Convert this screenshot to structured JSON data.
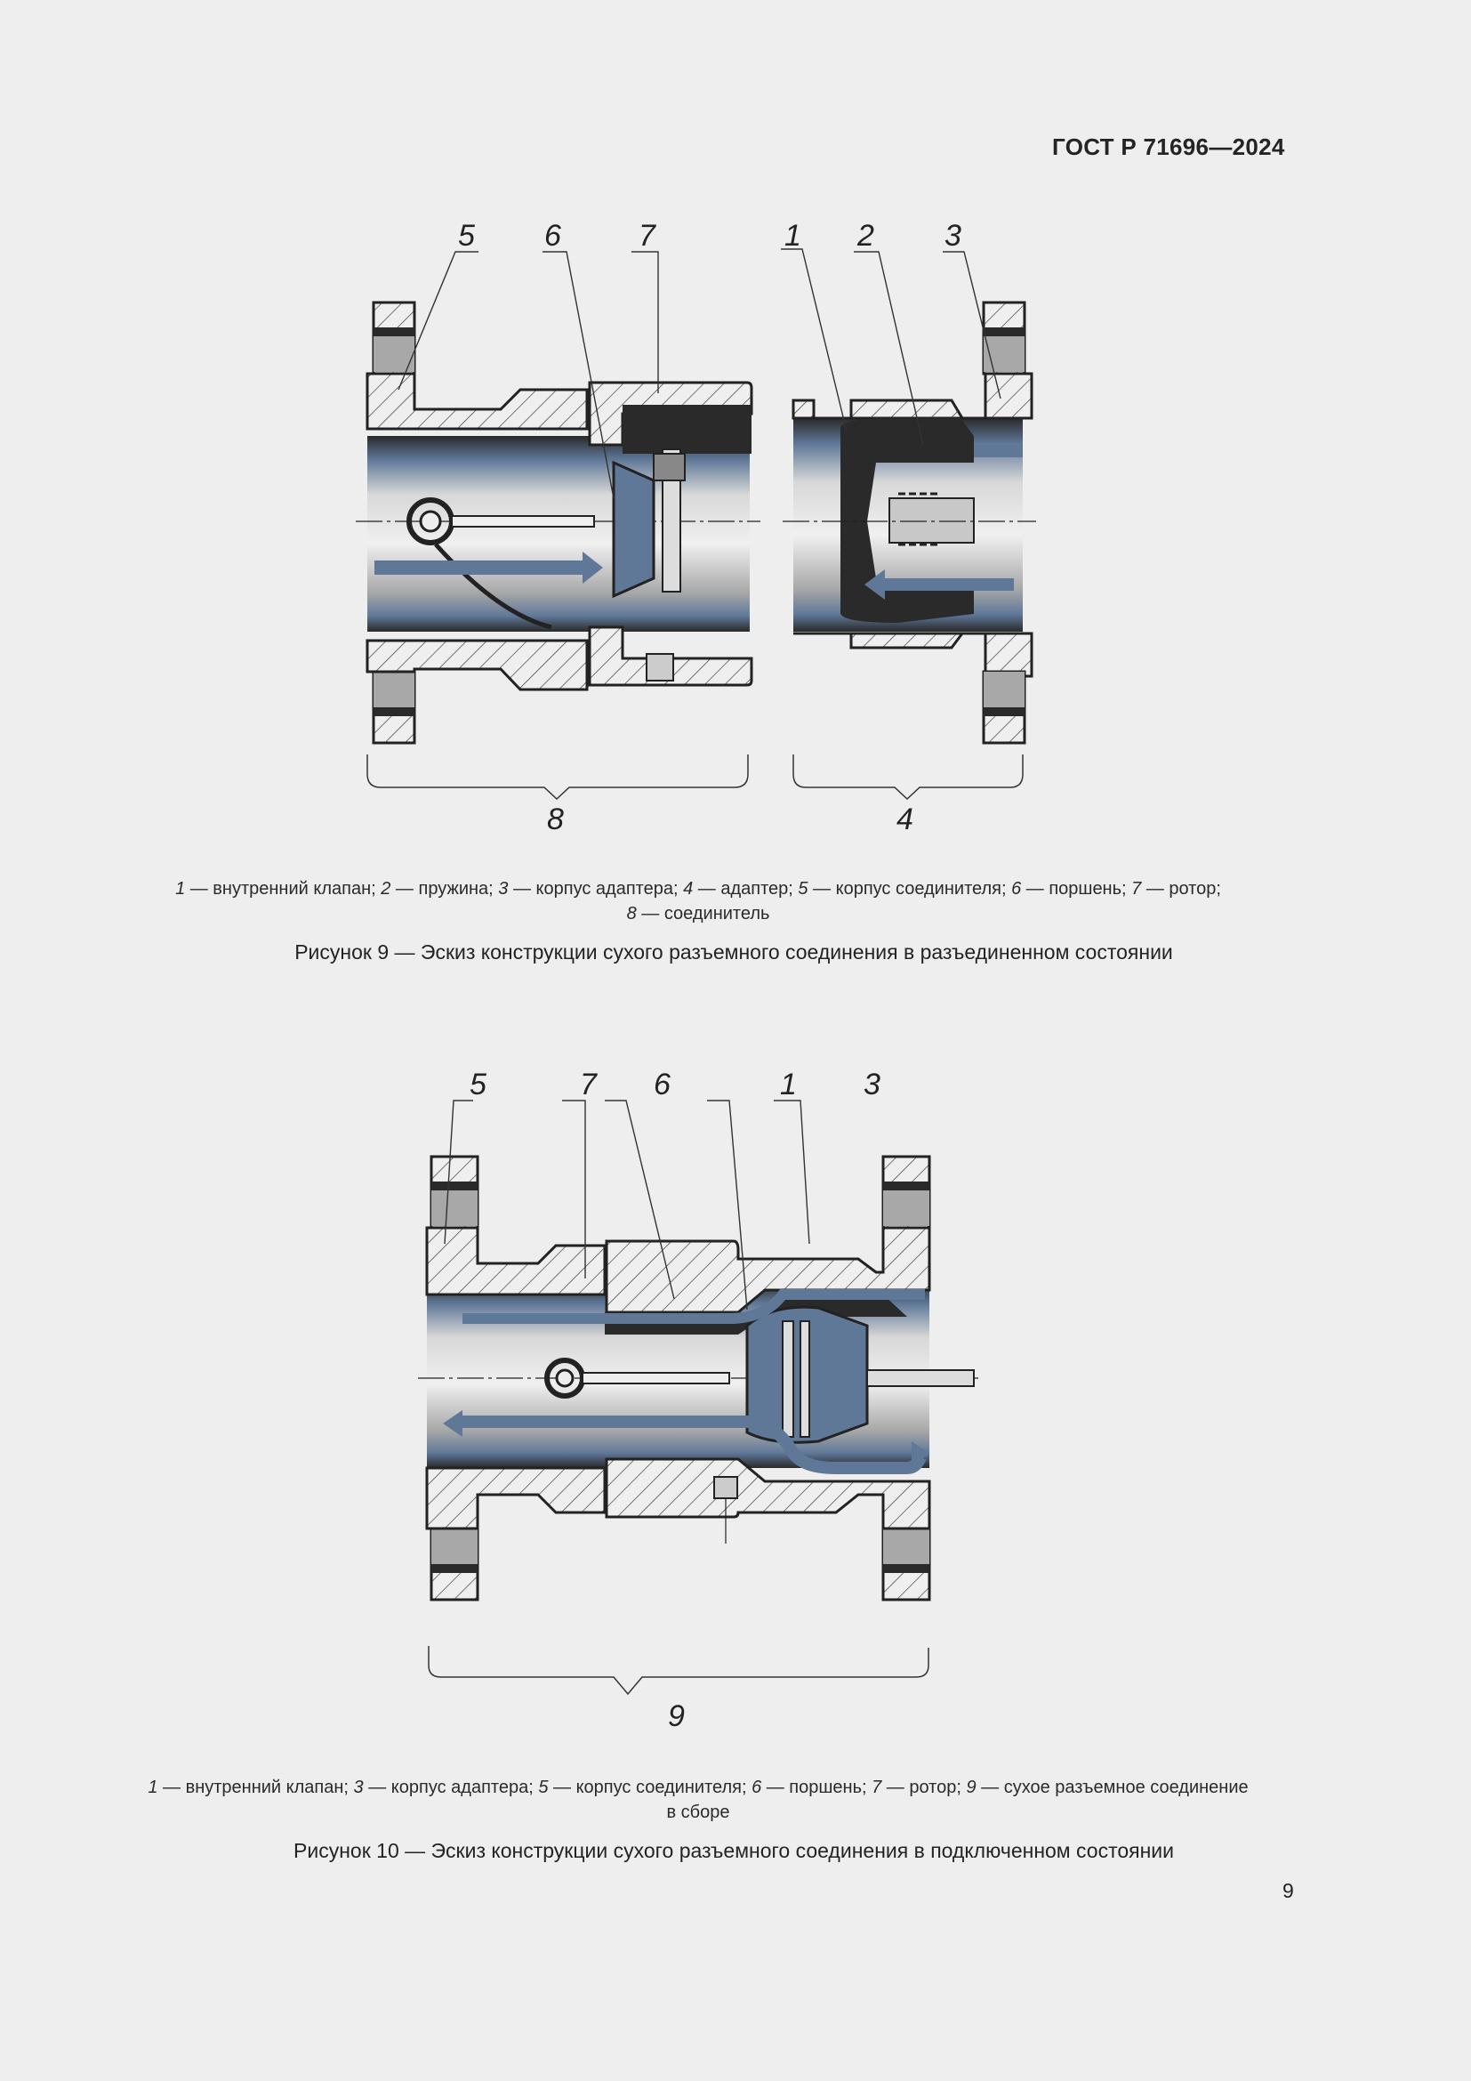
{
  "header": {
    "standard_code": "ГОСТ Р 71696—2024"
  },
  "figure9": {
    "callouts_top": [
      "5",
      "6",
      "7",
      "1",
      "2",
      "3"
    ],
    "brace_labels": {
      "coupler": "8",
      "adapter": "4"
    },
    "legend_line1": [
      {
        "num": "1",
        "text": " — внутренний клапан; "
      },
      {
        "num": "2",
        "text": " — пружина; "
      },
      {
        "num": "3",
        "text": " — корпус адаптера; "
      },
      {
        "num": "4",
        "text": " — адаптер; "
      },
      {
        "num": "5",
        "text": " — корпус соединителя; "
      },
      {
        "num": "6",
        "text": " — поршень; "
      },
      {
        "num": "7",
        "text": " — ротор;"
      }
    ],
    "legend_line2": [
      {
        "num": "8",
        "text": " — соединитель"
      }
    ],
    "caption": "Рисунок 9 — Эскиз конструкции сухого разъемного соединения в разъединенном состоянии"
  },
  "figure10": {
    "callouts_top": [
      "5",
      "7",
      "6",
      "1",
      "3"
    ],
    "brace_label": "9",
    "legend_line1": [
      {
        "num": "1",
        "text": " — внутренний клапан; "
      },
      {
        "num": "3",
        "text": " — корпус адаптера; "
      },
      {
        "num": "5",
        "text": " — корпус соединителя; "
      },
      {
        "num": "6",
        "text": " — поршень; "
      },
      {
        "num": "7",
        "text": " — ротор; "
      },
      {
        "num": "9",
        "text": " — сухое разъемное соединение"
      }
    ],
    "legend_line2_text": "в сборе",
    "caption": "Рисунок 10 — Эскиз конструкции сухого разъемного соединения в подключенном состоянии"
  },
  "page_number": "9",
  "colors": {
    "background": "#eeeeee",
    "ink": "#242424",
    "flow_blue": "#5f7898",
    "cavity_dark": "#2a2a2a",
    "shade_grey": "#a0a0a0"
  }
}
